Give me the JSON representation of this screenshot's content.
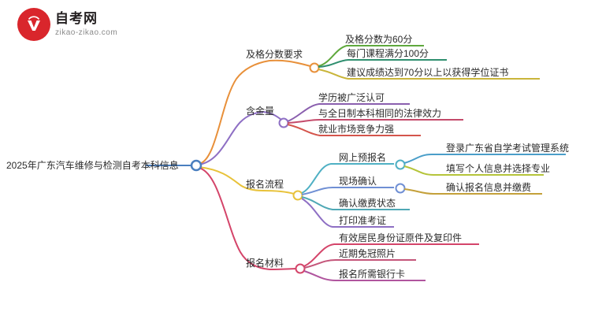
{
  "logo": {
    "title": "自考网",
    "subtitle": "zikao-zikao.com",
    "mark_icon": "red-circle-logo-icon",
    "mark_color": "#d9262c"
  },
  "mindmap": {
    "root": {
      "label": "2025年广东汽车维修与检测自考本科信息",
      "color": "#4a7fbf"
    },
    "branches": [
      {
        "label": "及格分数要求",
        "color": "#e8903a",
        "children": [
          {
            "label": "及格分数为60分",
            "color": "#5fa83d",
            "children": []
          },
          {
            "label": "每门课程满分100分",
            "color": "#2f8f6f",
            "children": []
          },
          {
            "label": "建议成绩达到70分以上以获得学位证书",
            "color": "#c9b53a",
            "children": []
          }
        ]
      },
      {
        "label": "含金量",
        "color": "#8e6fc4",
        "children": [
          {
            "label": "学历被广泛认可",
            "color": "#8a5fae",
            "children": []
          },
          {
            "label": "与全日制本科相同的法律效力",
            "color": "#c44a6a",
            "children": []
          },
          {
            "label": "就业市场竞争力强",
            "color": "#d4544b",
            "children": []
          }
        ]
      },
      {
        "label": "报名流程",
        "color": "#e8c23a",
        "children": [
          {
            "label": "网上预报名",
            "color": "#4fb0c4",
            "children": [
              {
                "label": "登录广东省自学考试管理系统",
                "color": "#4a9ec9"
              },
              {
                "label": "填写个人信息并选择专业",
                "color": "#b5c43a"
              }
            ]
          },
          {
            "label": "现场确认",
            "color": "#6f8fd4",
            "children": [
              {
                "label": "确认报名信息并缴费",
                "color": "#c4a03a"
              }
            ]
          },
          {
            "label": "确认缴费状态",
            "color": "#4fa8b5",
            "children": []
          },
          {
            "label": "打印准考证",
            "color": "#8e6fc4",
            "children": []
          }
        ]
      },
      {
        "label": "报名材料",
        "color": "#d4456a",
        "children": [
          {
            "label": "有效居民身份证原件及复印件",
            "color": "#d4456a",
            "children": []
          },
          {
            "label": "近期免冠照片",
            "color": "#c4567a",
            "children": []
          },
          {
            "label": "报名所需银行卡",
            "color": "#b0559e",
            "children": []
          }
        ]
      }
    ]
  }
}
